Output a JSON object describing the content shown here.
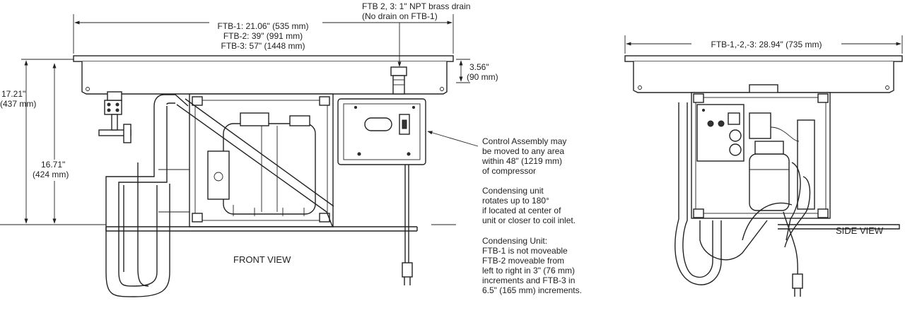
{
  "front_view": {
    "title": "FRONT VIEW",
    "width_dims": [
      "FTB-1:  21.06\" (535 mm)",
      "FTB-2:  39\" (991 mm)",
      "FTB-3:  57\" (1448 mm)"
    ],
    "drain_note": [
      "FTB 2, 3: 1\" NPT brass drain",
      "(No drain on FTB-1)"
    ],
    "depth_dim": [
      "3.56\"",
      "(90 mm)"
    ],
    "overall_height": [
      "17.21\"",
      "(437 mm)"
    ],
    "unit_height": [
      "16.71\"",
      "(424 mm)"
    ],
    "control_note": [
      "Control Assembly may",
      "be moved to any area",
      "within 48\" (1219 mm)",
      "of compressor"
    ],
    "rotate_note": [
      "Condensing unit",
      "rotates up to 180°",
      "if located at center of",
      "unit or closer to coil inlet."
    ],
    "move_note": [
      "Condensing Unit:",
      "FTB-1 is not moveable",
      "FTB-2 moveable from",
      "left to right in 3\" (76 mm)",
      "increments and FTB-3 in",
      "6.5\" (165 mm) increments."
    ]
  },
  "side_view": {
    "title": "SIDE VIEW",
    "width_dim": "FTB-1,-2,-3:  28.94\" (735 mm)"
  }
}
